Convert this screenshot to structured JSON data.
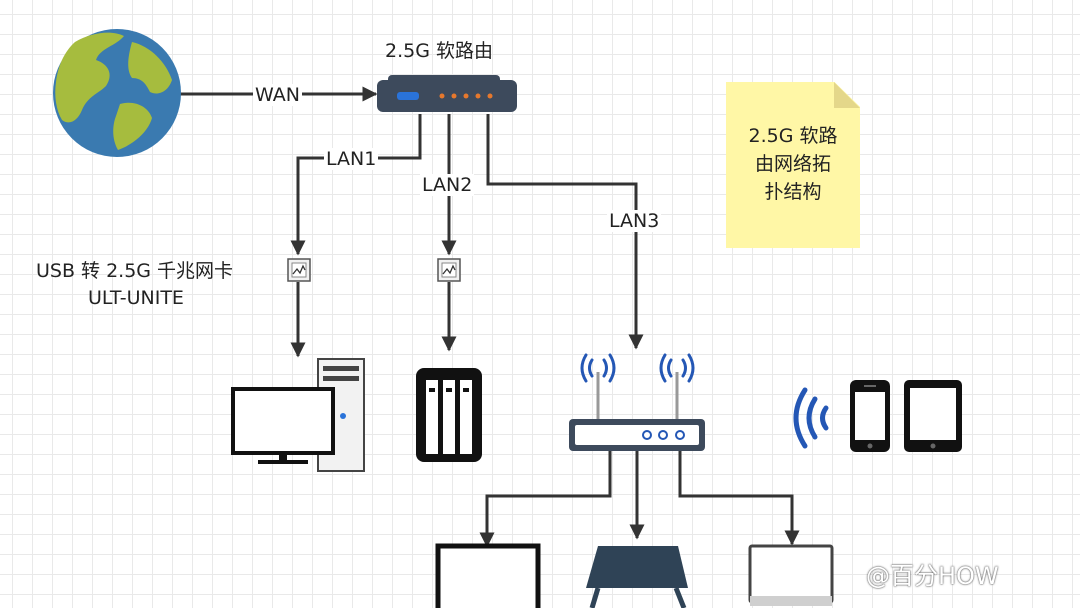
{
  "diagram": {
    "router_title": "2.5G 软路由",
    "wan_label": "WAN",
    "lan_labels": [
      "LAN1",
      "LAN2",
      "LAN3"
    ],
    "nic_label_line1": "USB 转 2.5G 千兆网卡",
    "nic_label_line2": "ULT-UNITE",
    "note_text": "2.5G 软路\n由网络拓\n扑结构",
    "watermark": "@百分HOW"
  },
  "colors": {
    "line": "#333333",
    "globe_ocean": "#3a7ab0",
    "globe_land": "#a6bc3e",
    "router_body": "#3d4a5c",
    "router_led_blue": "#2a73d9",
    "router_led_orange": "#e6782d",
    "wifi_blue": "#2457b5",
    "note": "#fff7a6",
    "note_fold": "#e4d78a",
    "device_dark": "#111111",
    "laptop_dark": "#2f4356"
  }
}
